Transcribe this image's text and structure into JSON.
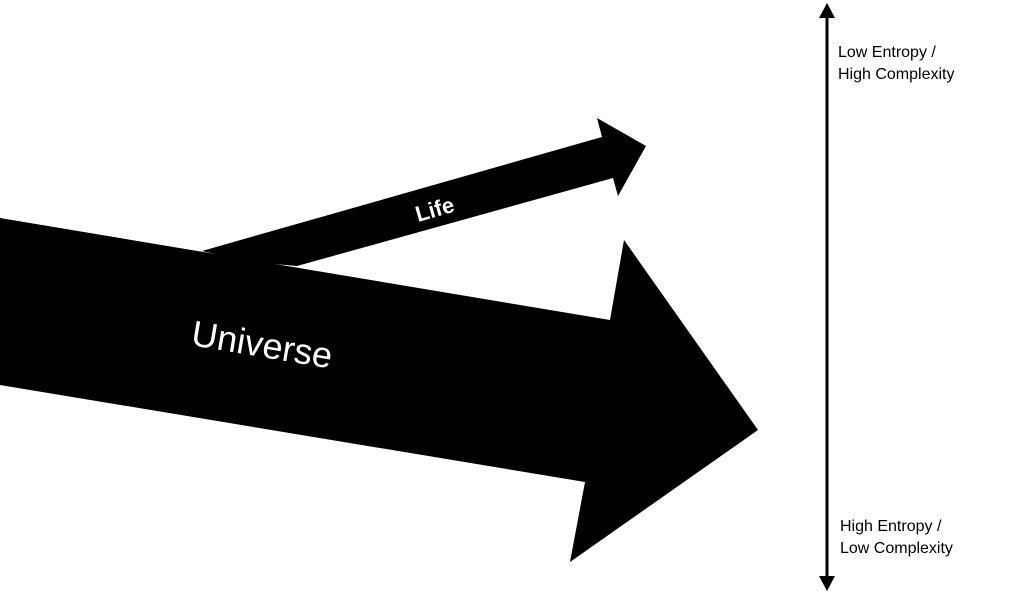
{
  "arrows": {
    "universe_label": "Universe",
    "life_label": "Life"
  },
  "axis": {
    "top_label_line1": "Low Entropy /",
    "top_label_line2": "High Complexity",
    "bottom_label_line1": "High Entropy /",
    "bottom_label_line2": "Low Complexity"
  },
  "colors": {
    "arrow": "#000000",
    "text_on_arrow": "#ffffff"
  }
}
